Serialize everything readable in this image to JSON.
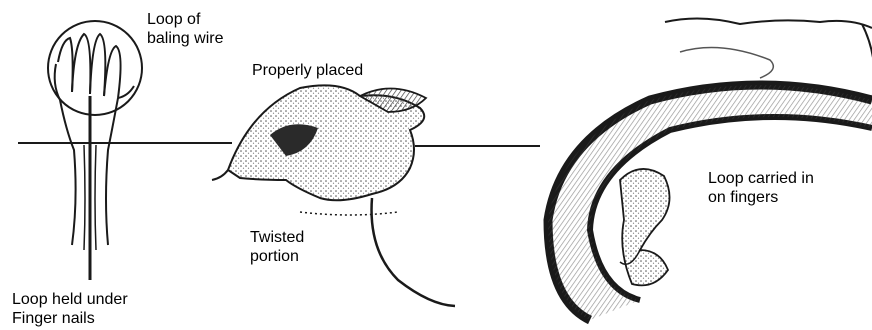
{
  "labels": {
    "loop_of_baling_wire": [
      "Loop of",
      "baling wire"
    ],
    "properly_placed": [
      "Properly placed"
    ],
    "twisted_portion": [
      "Twisted",
      "portion"
    ],
    "loop_held_under_finger_nails": [
      "Loop held under",
      "Finger nails"
    ],
    "loop_carried_in_on_fingers": [
      "Loop carried in",
      "on fingers"
    ]
  },
  "colors": {
    "ink": "#1a1a1a",
    "shade": "#6b6b6b",
    "background": "#ffffff"
  }
}
